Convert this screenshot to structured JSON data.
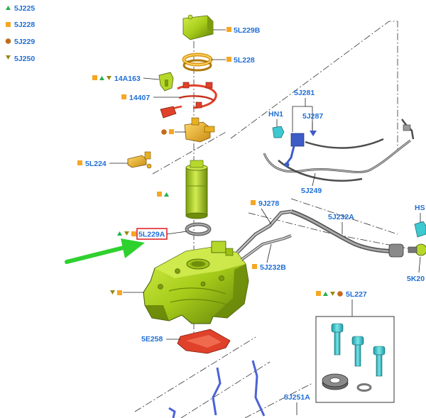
{
  "legend": [
    {
      "symbol": "triangle-up",
      "color": "#22b14c",
      "code": "5J225"
    },
    {
      "symbol": "square",
      "color": "#f5a623",
      "code": "5J228"
    },
    {
      "symbol": "circle",
      "color": "#c26a1a",
      "code": "5J229"
    },
    {
      "symbol": "triangle-down",
      "color": "#9a8a10",
      "code": "5J250"
    }
  ],
  "callouts": {
    "c5L229B": "5L229B",
    "c5L228": "5L228",
    "c14A163": "14A163",
    "c14407": "14407",
    "c5L224": "5L224",
    "c5L229A": "5L229A",
    "c5E258": "5E258",
    "c9J278": "9J278",
    "c5J232B": "5J232B",
    "c5J232A": "5J232A",
    "c5J281": "5J281",
    "cHN1": "HN1",
    "c5J287": "5J287",
    "c5J249": "5J249",
    "cHS": "HS",
    "c5K20": "5K20",
    "c5L227": "5L227",
    "c5J251A": "5J251A"
  },
  "colors": {
    "label": "#1f6fd6",
    "tank": "#a6cc1a",
    "pump": "#e0412a",
    "sender": "#e8b020",
    "highlight": "#e0262c",
    "arrow": "#2ed12e",
    "bolt": "#3ec8cf"
  }
}
